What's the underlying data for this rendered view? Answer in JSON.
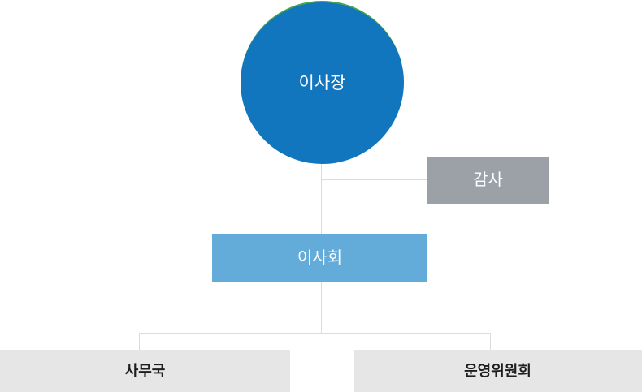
{
  "diagram": {
    "type": "org-chart",
    "nodes": [
      {
        "id": "chairman",
        "label": "이사장",
        "shape": "circle",
        "fill": "#1176BD",
        "text_color": "#FFFFFF"
      },
      {
        "id": "auditor",
        "label": "감사",
        "shape": "rect",
        "fill": "#9CA1A8",
        "text_color": "#FFFFFF"
      },
      {
        "id": "board",
        "label": "이사회",
        "shape": "rect",
        "fill": "#63ABD8",
        "text_color": "#FFFFFF"
      },
      {
        "id": "secretariat",
        "label": "사무국",
        "shape": "rect",
        "fill": "#E6E6E7",
        "text_color": "#1E1E1E"
      },
      {
        "id": "steering-committee",
        "label": "운영위원회",
        "shape": "rect",
        "fill": "#E6E6E7",
        "text_color": "#1E1E1E"
      }
    ],
    "edges": [
      {
        "from": "chairman",
        "to": "board",
        "style": "vertical"
      },
      {
        "from": "chairman",
        "to": "auditor",
        "style": "branch-right"
      },
      {
        "from": "board",
        "to": "secretariat",
        "style": "t-junction"
      },
      {
        "from": "board",
        "to": "steering-committee",
        "style": "t-junction"
      }
    ],
    "connector_color": "#DCDCDC",
    "chairman_top_edge_color": "#46A44C",
    "background": "#FFFFFF"
  }
}
